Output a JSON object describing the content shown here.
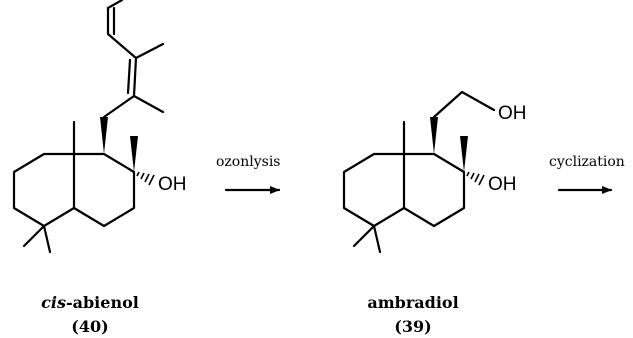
{
  "molecules": [
    {
      "name_prefix": "cis",
      "name_rest": "-abienol",
      "number": "(40)",
      "oh_label": "OH"
    },
    {
      "name_prefix": "",
      "name_rest": "ambradiol",
      "number": "(39)",
      "oh_label": "OH",
      "side_oh_label": "OH"
    }
  ],
  "reactions": [
    {
      "label": "ozonlysis"
    },
    {
      "label": "cyclization"
    }
  ]
}
